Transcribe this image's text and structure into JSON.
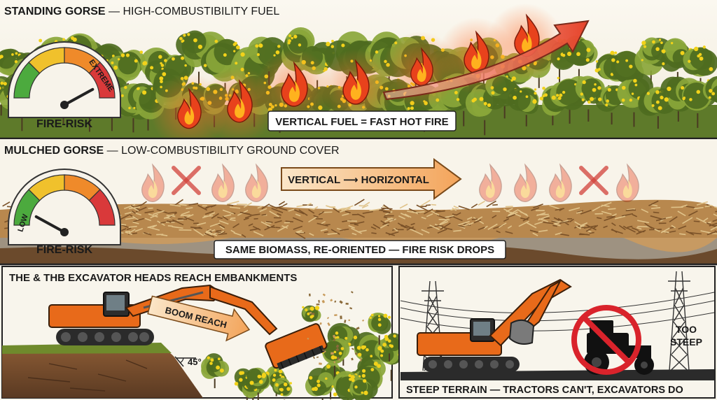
{
  "panel_top": {
    "title_bold": "STANDING GORSE",
    "title_rest": " — HIGH-COMBUSTIBILITY FUEL",
    "gauge_label": "FIRE-RISK",
    "gauge_level": "EXTREME",
    "caption": "VERTICAL FUEL = FAST HOT FIRE"
  },
  "panel_mid": {
    "title_bold": "MULCHED GORSE",
    "title_rest": " — LOW-COMBUSTIBILITY GROUND COVER",
    "arrow_label": "VERTICAL ⟶ HORIZONTAL",
    "gauge_label": "FIRE-RISK",
    "gauge_level": "LOW",
    "caption": "SAME BIOMASS, RE-ORIENTED — FIRE RISK DROPS"
  },
  "panel_bottom_left": {
    "title": "THE & THB EXCAVATOR HEADS REACH EMBANKMENTS",
    "arrow_label": "BOOM REACH",
    "angle_label": "45°"
  },
  "panel_bottom_right": {
    "warning_line1": "TOO",
    "warning_line2": "STEEP",
    "caption": "STEEP TERRAIN — TRACTORS CAN'T, EXCAVATORS DO"
  },
  "colors": {
    "gorse_dark": "#4e6b1f",
    "gorse_light": "#8aa63a",
    "flower": "#f2d21a",
    "flame_outer": "#e8421c",
    "flame_inner": "#ffb21e",
    "excavator": "#e86a1a",
    "mulch": "#b8884e",
    "gauge_green": "#4caa3e",
    "gauge_yellow": "#f0c12c",
    "gauge_orange": "#ef8a2a",
    "gauge_red": "#d9393a",
    "prohibit_red": "#d9232b"
  },
  "icons": [
    "fire-risk-gauge-icon",
    "flame-icon",
    "cross-icon",
    "excavator-icon",
    "mulcher-head-icon",
    "power-pylon-icon",
    "tractor-icon",
    "prohibition-icon",
    "arrow-icon"
  ]
}
